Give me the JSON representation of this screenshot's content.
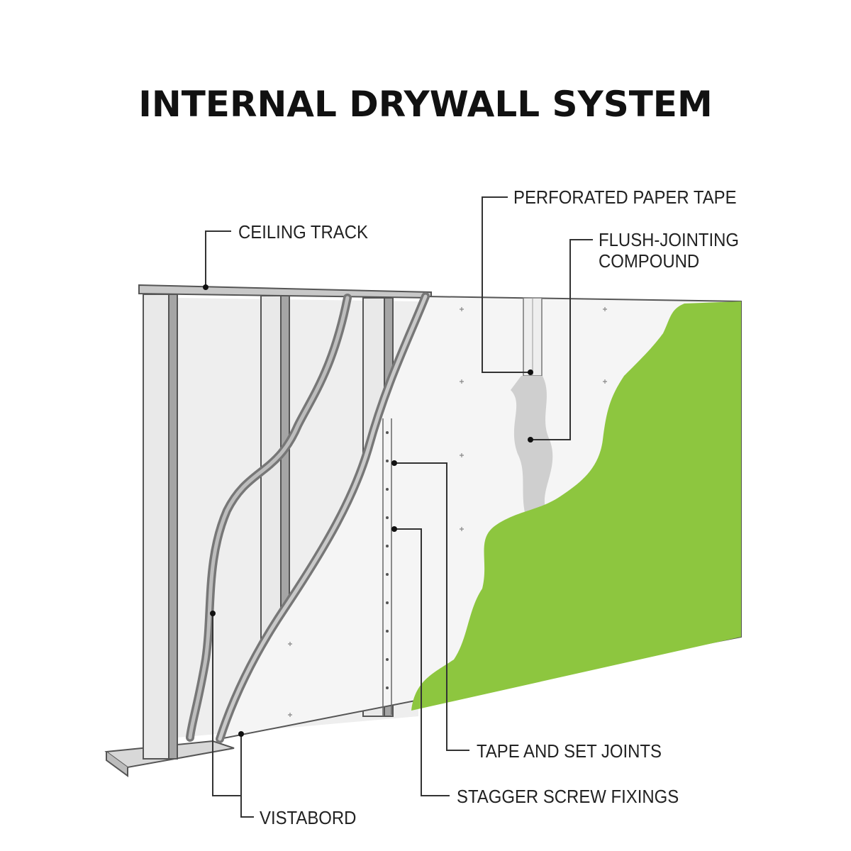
{
  "title": "INTERNAL DRYWALL SYSTEM",
  "labels": {
    "ceiling_track": "CEILING TRACK",
    "perforated_paper_tape": "PERFORATED PAPER TAPE",
    "flush_jointing_compound": "FLUSH-JOINTING\nCOMPOUND",
    "tape_and_set_joints": "TAPE AND SET JOINTS",
    "stagger_screw_fixings": "STAGGER SCREW FIXINGS",
    "vistabord": "VISTABORD"
  },
  "colors": {
    "paint": "#8dc63f",
    "compound": "#cfcfcf",
    "board": "#f4f4f4",
    "stud": "#9a9a9a",
    "line": "#333333"
  }
}
